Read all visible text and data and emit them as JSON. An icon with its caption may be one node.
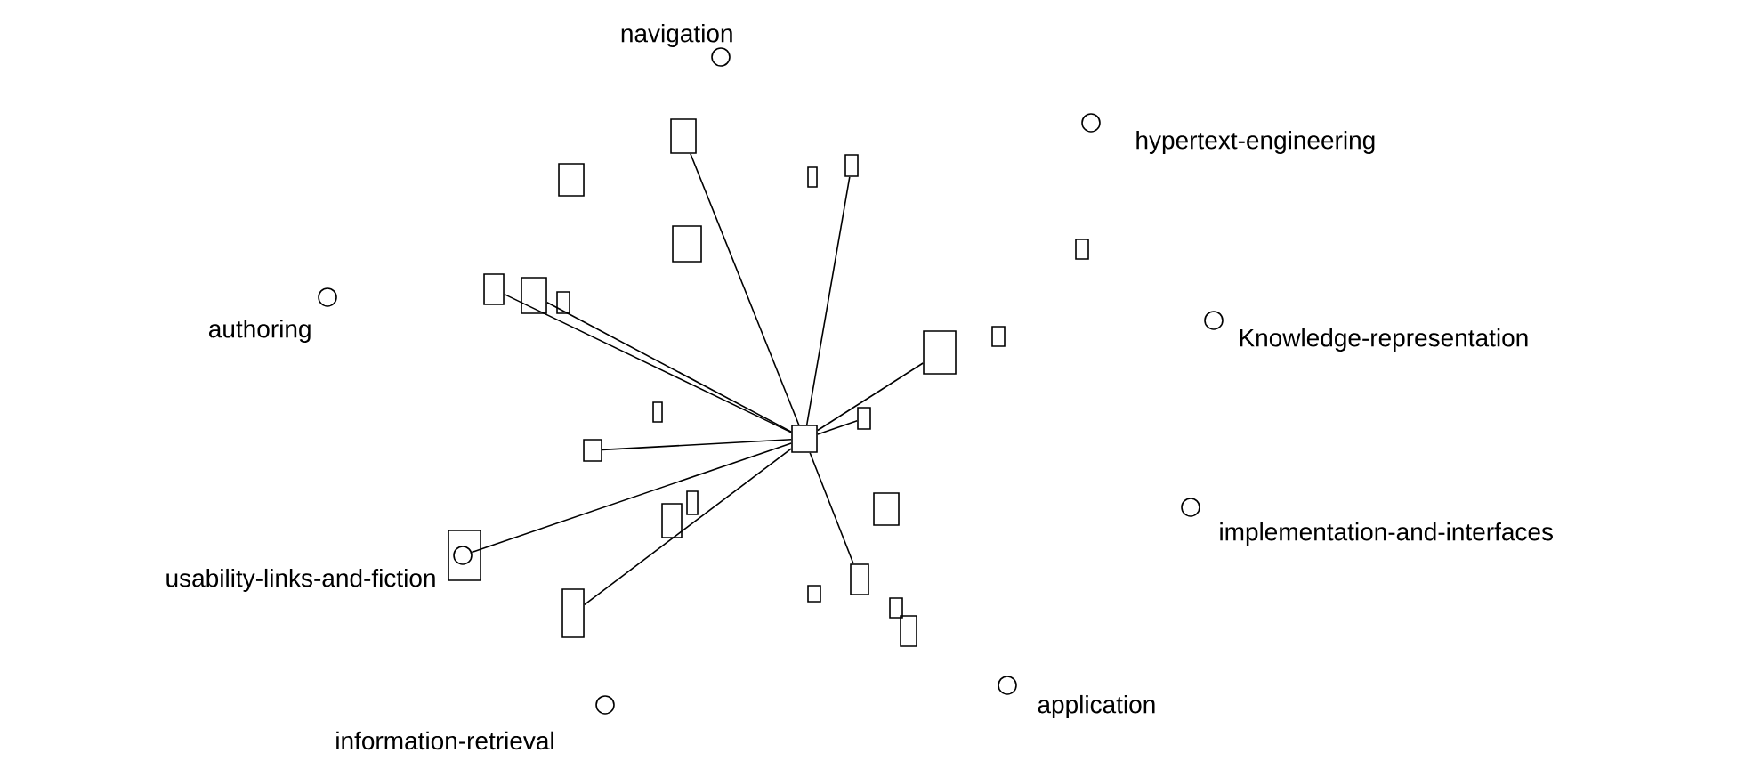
{
  "diagram": {
    "nodes": [
      {
        "text": [],
        "shape": "circle",
        "beside": [
          "navigation"
        ]
      },
      {
        "text": [],
        "shape": "circle",
        "beside": [
          "hypertext-engineering"
        ]
      },
      {
        "text": [],
        "shape": "box"
      },
      {
        "text": [],
        "shape": "box"
      },
      {
        "text": [],
        "shape": "box"
      },
      {
        "text": [],
        "shape": "box"
      },
      {
        "text": [],
        "shape": "box"
      },
      {
        "text": [],
        "shape": "box"
      },
      {
        "text": [],
        "shape": "box"
      },
      {
        "text": [],
        "shape": "box"
      },
      {
        "text": [],
        "shape": "box"
      },
      {
        "text": [],
        "shape": "circle",
        "beside": [
          "authoring"
        ]
      },
      {
        "text": [],
        "shape": "circle",
        "beside": [
          "Knowledge-representation"
        ]
      },
      {
        "text": [],
        "shape": "box"
      },
      {
        "text": [],
        "shape": "box"
      },
      {
        "text": [],
        "shape": "box"
      },
      {
        "text": [],
        "shape": "box"
      },
      {
        "text": [],
        "shape": "box"
      },
      {
        "text": [],
        "shape": "box"
      },
      {
        "text": [],
        "shape": "box"
      },
      {
        "text": [],
        "shape": "circle",
        "beside": [
          "implementation-and-interfaces"
        ]
      },
      {
        "text": [],
        "shape": "box"
      },
      {
        "text": [],
        "shape": "box"
      },
      {
        "text": [],
        "shape": "box"
      },
      {
        "text": [],
        "shape": "circle",
        "in": 23,
        "beside": [
          "usability-links-and-fiction"
        ]
      },
      {
        "text": [],
        "shape": "box"
      },
      {
        "text": [],
        "shape": "box"
      },
      {
        "text": [],
        "shape": "box"
      },
      {
        "text": [],
        "shape": "box"
      },
      {
        "text": [],
        "shape": "box"
      },
      {
        "text": [],
        "shape": "circle",
        "beside": [
          "application"
        ]
      },
      {
        "text": [],
        "shape": "circle",
        "beside": [
          "information-retrieval"
        ]
      }
    ],
    "edges": [
      {
        "from": 17,
        "to": 2,
        "arrow": "none"
      },
      {
        "from": 17,
        "to": 3,
        "arrow": "none"
      },
      {
        "from": 17,
        "to": 8,
        "arrow": "none"
      },
      {
        "from": 17,
        "to": 9,
        "arrow": "none"
      },
      {
        "from": 17,
        "to": 14,
        "arrow": "none"
      },
      {
        "from": 17,
        "to": 16,
        "arrow": "none"
      },
      {
        "from": 17,
        "to": 18,
        "arrow": "none"
      },
      {
        "from": 17,
        "to": 24,
        "arrow": "none"
      },
      {
        "from": 17,
        "to": 27,
        "arrow": "none"
      },
      {
        "from": 17,
        "to": 25,
        "arrow": "none"
      }
    ]
  }
}
